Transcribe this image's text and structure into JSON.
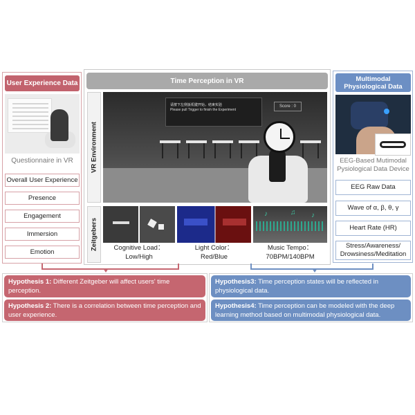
{
  "colors": {
    "user_experience": "#c2626d",
    "time_perception": "#a9a9a9",
    "physiological": "#6c8fc4",
    "hypothesis_red": "#c56670",
    "hypothesis_blue": "#6d8fc2"
  },
  "left_panel": {
    "title": "User Experience Data",
    "caption": "Questionnaire in VR",
    "items": [
      "Overall User Experience",
      "Presence",
      "Engagement",
      "Immersion",
      "Emotion"
    ]
  },
  "center_panel": {
    "title": "Time Perception in VR",
    "vr_label": "VR Environment",
    "zeitgeber_label": "Zeitgebers",
    "vr_screen_line1": "请按下左侧扳机键开始，结束实验",
    "vr_screen_line2": "Please pull Trigger to finish the Experiment",
    "vr_score": "Score : 0",
    "zeitgebers": [
      {
        "line1": "Cognitive Load：",
        "line2": "Low/High"
      },
      {
        "line1": "Light Color：",
        "line2": "Red/Blue"
      },
      {
        "line1": "Music Tempo：",
        "line2": "70BPM/140BPM"
      }
    ]
  },
  "right_panel": {
    "title_line1": "Multimodal",
    "title_line2": "Physiological Data",
    "caption_line1": "EEG-Based Mutimodal",
    "caption_line2": "Pysiological Data Device",
    "items": [
      {
        "line1": "EEG Raw Data",
        "line2": ""
      },
      {
        "line1": "Wave of α, β, θ, γ",
        "line2": ""
      },
      {
        "line1": "Heart Rate (HR)",
        "line2": ""
      },
      {
        "line1": "Stress/Awareness/",
        "line2": "Drowsiness/Meditation"
      }
    ]
  },
  "hypotheses": {
    "h1_label": "Hypothesis 1:",
    "h1_text": " Different Zeitgeber will affect users' time perception.",
    "h2_label": "Hypothesis 2:",
    "h2_text": " There is a correlation between time perception and user experience.",
    "h3_label": "Hypothesis3:",
    "h3_text": " Time perception states will be reflected in physiological data.",
    "h4_label": "Hypothesis4:",
    "h4_text": " Time perception can be modeled with the deep learning method based on multimodal physiological data."
  }
}
